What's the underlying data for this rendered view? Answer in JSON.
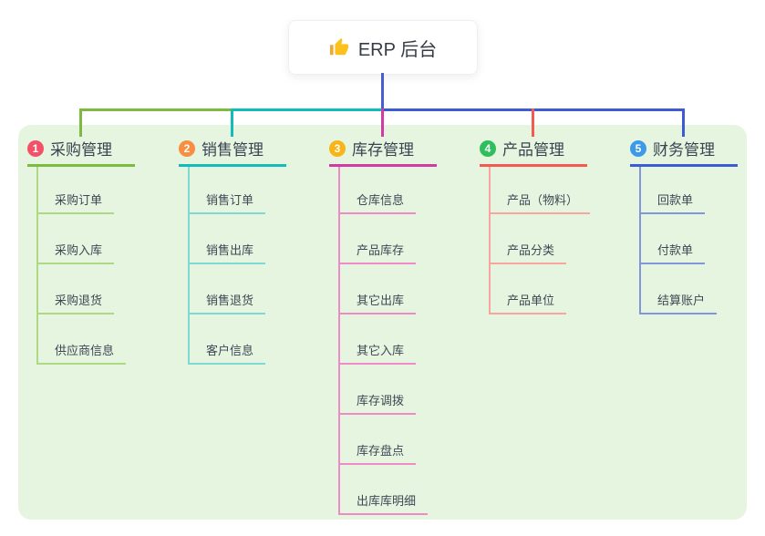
{
  "root": {
    "label": "ERP 后台",
    "icon": "thumbs-up-icon"
  },
  "connectors": {
    "root_stem_color": "#4a5cd0"
  },
  "canvas": {
    "background": "#ffffff",
    "panel_color": "#e5f5df"
  },
  "branches": [
    {
      "number": "1",
      "label": "采购管理",
      "color": "#7cbb3f",
      "light": "#afd882",
      "badge_color": "#f25168",
      "children": [
        "采购订单",
        "采购入库",
        "采购退货",
        "供应商信息"
      ]
    },
    {
      "number": "2",
      "label": "销售管理",
      "color": "#12bdb9",
      "light": "#7fd9d2",
      "badge_color": "#f78e42",
      "children": [
        "销售订单",
        "销售出库",
        "销售退货",
        "客户信息"
      ]
    },
    {
      "number": "3",
      "label": "库存管理",
      "color": "#d23ba4",
      "light": "#ef8ac9",
      "badge_color": "#f9b517",
      "children": [
        "仓库信息",
        "产品库存",
        "其它出库",
        "其它入库",
        "库存调拨",
        "库存盘点",
        "出库库明细"
      ]
    },
    {
      "number": "4",
      "label": "产品管理",
      "color": "#f25b52",
      "light": "#f7a59d",
      "badge_color": "#2fbe5d",
      "children": [
        "产品（物料）",
        "产品分类",
        "产品单位"
      ]
    },
    {
      "number": "5",
      "label": "财务管理",
      "color": "#3c5bd5",
      "light": "#8496db",
      "badge_color": "#3d9ae8",
      "children": [
        "回款单",
        "付款单",
        "结算账户"
      ]
    }
  ]
}
